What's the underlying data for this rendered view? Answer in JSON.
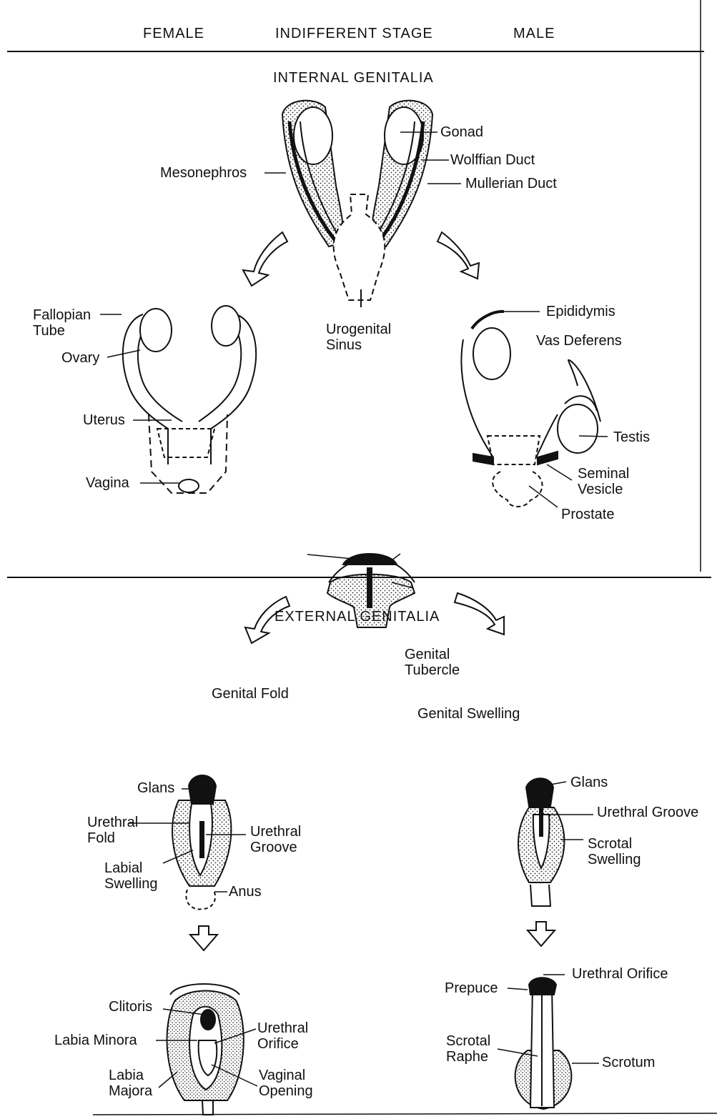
{
  "header": {
    "female": "FEMALE",
    "indifferent": "INDIFFERENT STAGE",
    "male": "MALE"
  },
  "sections": {
    "internal": "INTERNAL GENITALIA",
    "external": "EXTERNAL GENITALIA"
  },
  "internal_labels": {
    "gonad": "Gonad",
    "wolffian": "Wolffian Duct",
    "mullerian": "Mullerian Duct",
    "mesonephros": "Mesonephros",
    "urogenital": "Urogenital\nSinus",
    "fallopian": "Fallopian\nTube",
    "ovary": "Ovary",
    "uterus": "Uterus",
    "vagina": "Vagina",
    "epididymis": "Epididymis",
    "vas": "Vas Deferens",
    "testis": "Testis",
    "seminal": "Seminal\nVesicle",
    "prostate": "Prostate"
  },
  "external_labels": {
    "genital_tubercle": "Genital\nTubercle",
    "genital_fold": "Genital Fold",
    "genital_swelling": "Genital Swelling",
    "f_glans": "Glans",
    "urethral_fold": "Urethral\nFold",
    "f_urethral_groove": "Urethral\nGroove",
    "labial_swelling": "Labial\nSwelling",
    "anus": "Anus",
    "m_glans": "Glans",
    "m_urethral_groove": "Urethral Groove",
    "scrotal_swelling": "Scrotal\nSwelling",
    "clitoris": "Clitoris",
    "labia_minora": "Labia Minora",
    "labia_majora": "Labia\nMajora",
    "f_urethral_orifice": "Urethral\nOrifice",
    "vaginal_opening": "Vaginal\nOpening",
    "m_urethral_orifice": "Urethral Orifice",
    "prepuce": "Prepuce",
    "scrotal_raphe": "Scrotal\nRaphe",
    "scrotum": "Scrotum"
  }
}
